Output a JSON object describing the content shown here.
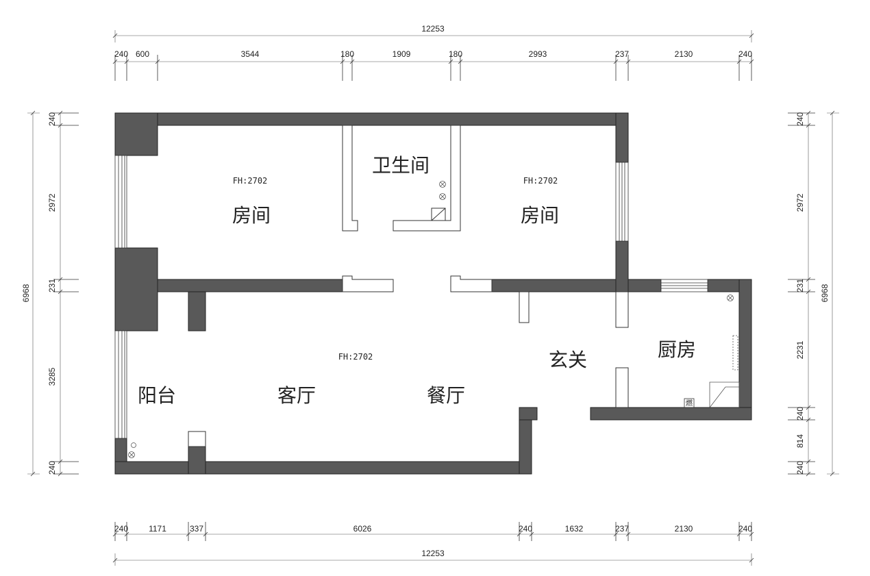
{
  "top_dims": {
    "total": "12253",
    "segments": [
      "240",
      "600",
      "3544",
      "180",
      "1909",
      "180",
      "2993",
      "237",
      "2130",
      "240"
    ]
  },
  "bottom_dims": {
    "total": "12253",
    "segments": [
      "240",
      "1171",
      "337",
      "6026",
      "240",
      "1632",
      "237",
      "2130",
      "240"
    ]
  },
  "left_dims": {
    "total": "6968",
    "segments": [
      "240",
      "2972",
      "231",
      "3285",
      "240"
    ]
  },
  "right_dims": {
    "total": "6968",
    "segments": [
      "240",
      "2972",
      "231",
      "2231",
      "240",
      "814",
      "240"
    ]
  },
  "rooms": {
    "bedroom_left": "房间",
    "bathroom": "卫生间",
    "bedroom_right": "房间",
    "balcony": "阳台",
    "living": "客厅",
    "dining": "餐厅",
    "entry": "玄关",
    "kitchen": "厨房"
  },
  "floor_heights": {
    "bedroom_left": "FH:2702",
    "bedroom_right": "FH:2702",
    "living": "FH:2702"
  },
  "gas_meter_label": "燃",
  "colors": {
    "wall": "#595959",
    "line": "#333333",
    "background": "#ffffff"
  }
}
